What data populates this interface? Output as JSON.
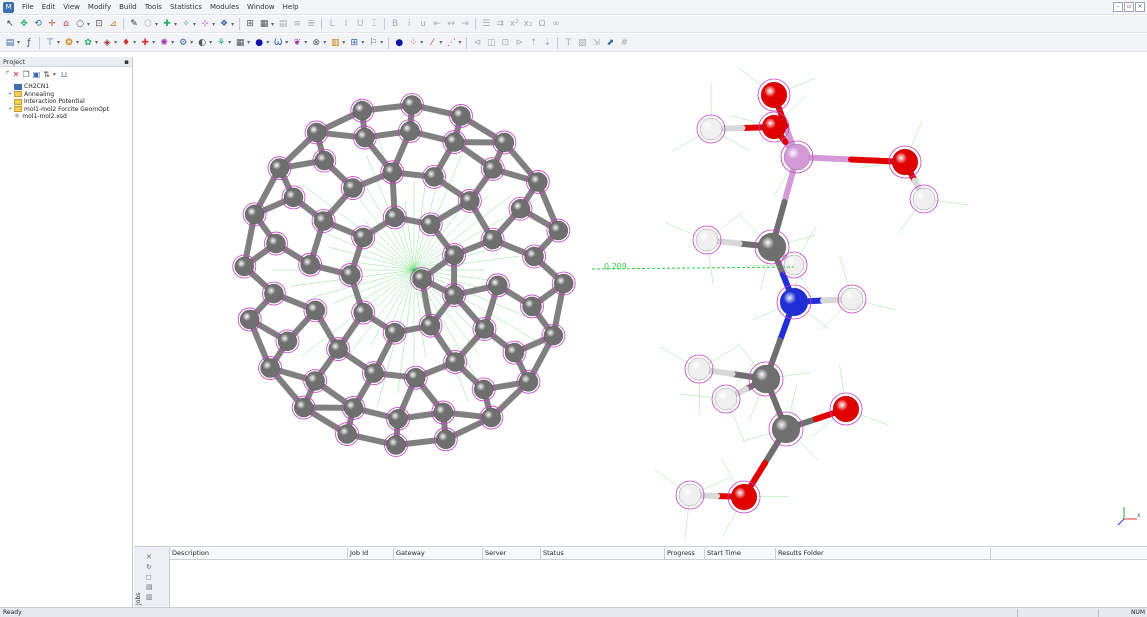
{
  "menubar": {
    "items": [
      "File",
      "Edit",
      "View",
      "Modify",
      "Build",
      "Tools",
      "Statistics",
      "Modules",
      "Window",
      "Help"
    ]
  },
  "project_panel": {
    "title": "Project",
    "pin": "▪",
    "tree": [
      {
        "label": "CH2CN1",
        "type": "project",
        "expander": ""
      },
      {
        "label": "Annealing",
        "type": "folder",
        "expander": "+"
      },
      {
        "label": "Interaction Potential",
        "type": "folder",
        "expander": ""
      },
      {
        "label": "mol1-mol2 Forcite GeomOpt",
        "type": "folder",
        "expander": "+"
      },
      {
        "label": "mol1-mol2.xsd",
        "type": "document",
        "expander": ""
      }
    ]
  },
  "viewport": {
    "distance_label": "0.209",
    "axis_triad_label": "x"
  },
  "jobs_panel": {
    "tab_label": "Jobs",
    "columns": [
      "Description",
      "Job Id",
      "Gateway",
      "Server",
      "Status",
      "Progress",
      "Start Time",
      "Results Folder"
    ]
  },
  "statusbar": {
    "text": "Ready",
    "right": "NUM"
  },
  "colors": {
    "carbon": "#6f6f6f",
    "oxygen": "#e00000",
    "nitrogen": "#1f2ed6",
    "hydrogen": "#efefef",
    "phosphorus": "#d49ad8",
    "bond": "#808080",
    "contact": "#2ecc40",
    "selection": "#c83cc8"
  }
}
